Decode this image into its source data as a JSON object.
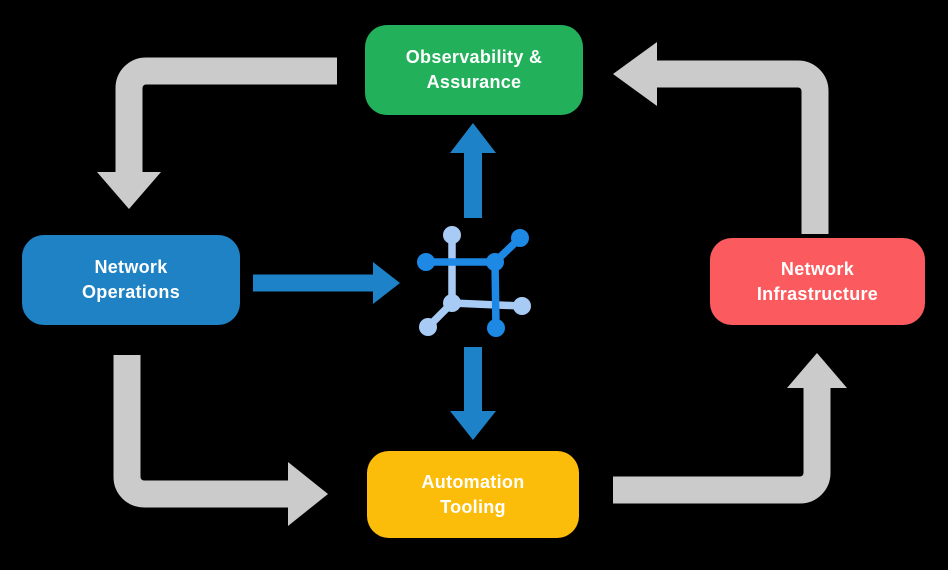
{
  "canvas": {
    "background": "#000000"
  },
  "colors": {
    "gray_arrow": "#CBCBCB",
    "blue_arrow": "#1E82C8",
    "icon_dark": "#1E88E5",
    "icon_light": "#A8CBF5",
    "label_text": "#FFFFFF"
  },
  "nodes": {
    "observability": {
      "label": "Observability &\nAssurance",
      "color": "#23B05B"
    },
    "operations": {
      "label": "Network\nOperations",
      "color": "#1E82C5"
    },
    "infrastructure": {
      "label": "Network\nInfrastructure",
      "color": "#FB5B5E"
    },
    "automation": {
      "label": "Automation\nTooling",
      "color": "#FCBD0A"
    }
  },
  "icon": {
    "name": "network-mesh-icon"
  },
  "arrows": [
    {
      "id": "observability-to-operations",
      "style": "gray"
    },
    {
      "id": "operations-to-automation",
      "style": "gray"
    },
    {
      "id": "automation-to-infrastructure",
      "style": "gray"
    },
    {
      "id": "infrastructure-to-observability",
      "style": "gray"
    },
    {
      "id": "operations-to-hub",
      "style": "blue"
    },
    {
      "id": "hub-to-observability",
      "style": "blue"
    },
    {
      "id": "hub-to-automation",
      "style": "blue"
    }
  ]
}
